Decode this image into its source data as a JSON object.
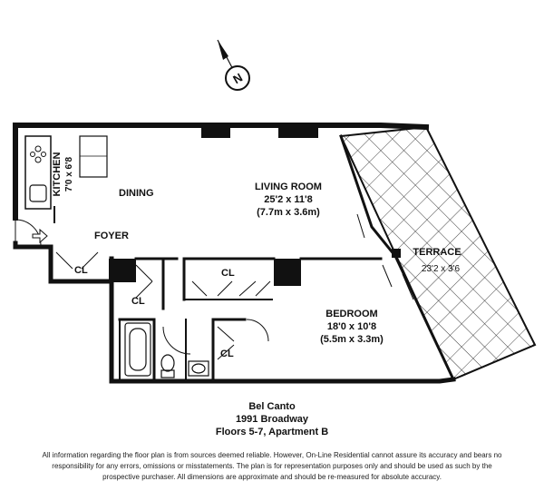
{
  "compass": {
    "letter": "N"
  },
  "rooms": {
    "kitchen": {
      "name": "KITCHEN",
      "size": "7'0 x 6'8"
    },
    "dining": {
      "name": "DINING"
    },
    "living": {
      "name": "LIVING ROOM",
      "size_ft": "25'2 x 11'8",
      "size_m": "(7.7m x 3.6m)"
    },
    "foyer": {
      "name": "FOYER"
    },
    "terrace": {
      "name": "TERRACE",
      "size": "23'2 x 3'6"
    },
    "bedroom": {
      "name": "BEDROOM",
      "size_ft": "18'0 x 10'8",
      "size_m": "(5.5m x 3.3m)"
    },
    "closets": [
      "CL",
      "CL",
      "CL",
      "CL"
    ]
  },
  "caption": {
    "line1": "Bel Canto",
    "line2": "1991 Broadway",
    "line3": "Floors 5-7, Apartment B"
  },
  "disclaimer": "All information regarding the floor plan is from sources deemed reliable.  However, On-Line Residential cannot assure its accuracy and bears no responsibility for any errors, omissions or misstatements.  The plan is for representation purposes only and should be used as such by the prospective purchaser.  All dimensions are approximate and should be re-measured for absolute accuracy."
}
